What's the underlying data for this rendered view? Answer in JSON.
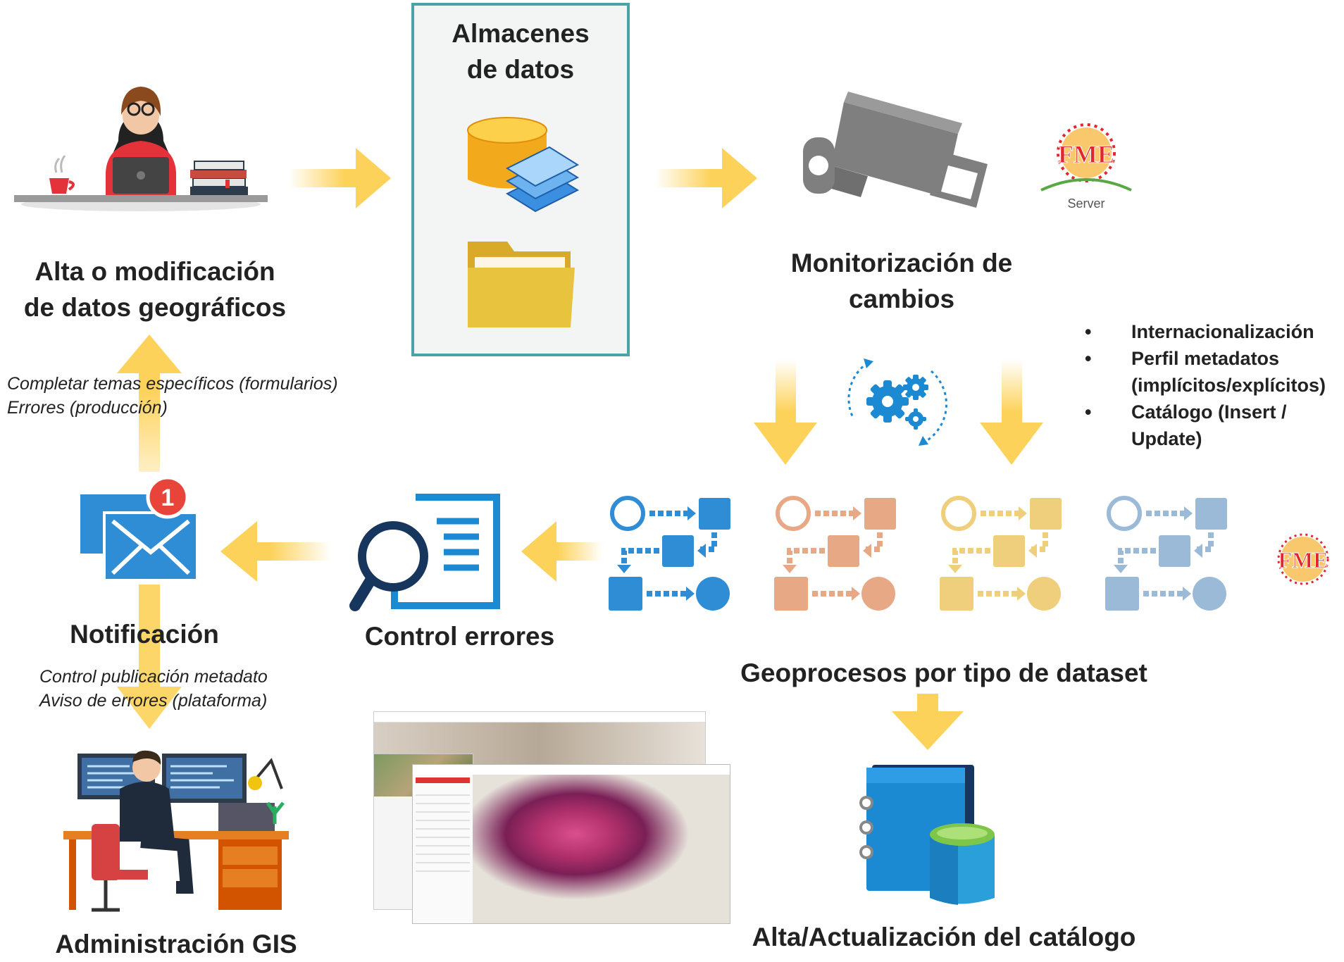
{
  "nodes": {
    "alta": {
      "title_lines": [
        "Alta o modificación",
        "de datos geográficos"
      ]
    },
    "almacenes": {
      "title_lines": [
        "Almacenes",
        "de datos"
      ]
    },
    "monitorizacion": {
      "title_lines": [
        "Monitorización de",
        "cambios"
      ]
    },
    "geoprocesos": {
      "title": "Geoprocesos por tipo de dataset"
    },
    "control": {
      "title": "Control errores"
    },
    "notificacion": {
      "title": "Notificación"
    },
    "administracion": {
      "title": "Administración GIS"
    },
    "catalogo": {
      "title": "Alta/Actualización del catálogo"
    }
  },
  "notes": {
    "feedback": [
      "Completar temas específicos (formularios)",
      "Errores (producción)"
    ],
    "notificacion": [
      "Control publicación metadato",
      "Aviso de errores (plataforma)"
    ]
  },
  "bullets": [
    "Internacionalización",
    "Perfil metadatos (implícitos/explícitos)",
    "Catálogo (Insert / Update)"
  ],
  "badges": {
    "mail_count": "1",
    "fme_server_label": "Server",
    "fme_logo_text": "FME"
  },
  "colors": {
    "arrow": "#fdd25a",
    "teal_border": "#4aa3a6",
    "workflow": [
      "#2f8dd6",
      "#e7a886",
      "#f0cf7c",
      "#9bbad8"
    ],
    "icon_blue": "#1b8ad3"
  },
  "icons": [
    "person-laptop-icon",
    "database-icon",
    "folder-icon",
    "security-camera-icon",
    "fme-server-logo",
    "gears-icon",
    "workflow-icon",
    "document-search-icon",
    "mail-icon",
    "admin-desk-icon",
    "catalog-book-icon",
    "web-map-screenshot"
  ]
}
